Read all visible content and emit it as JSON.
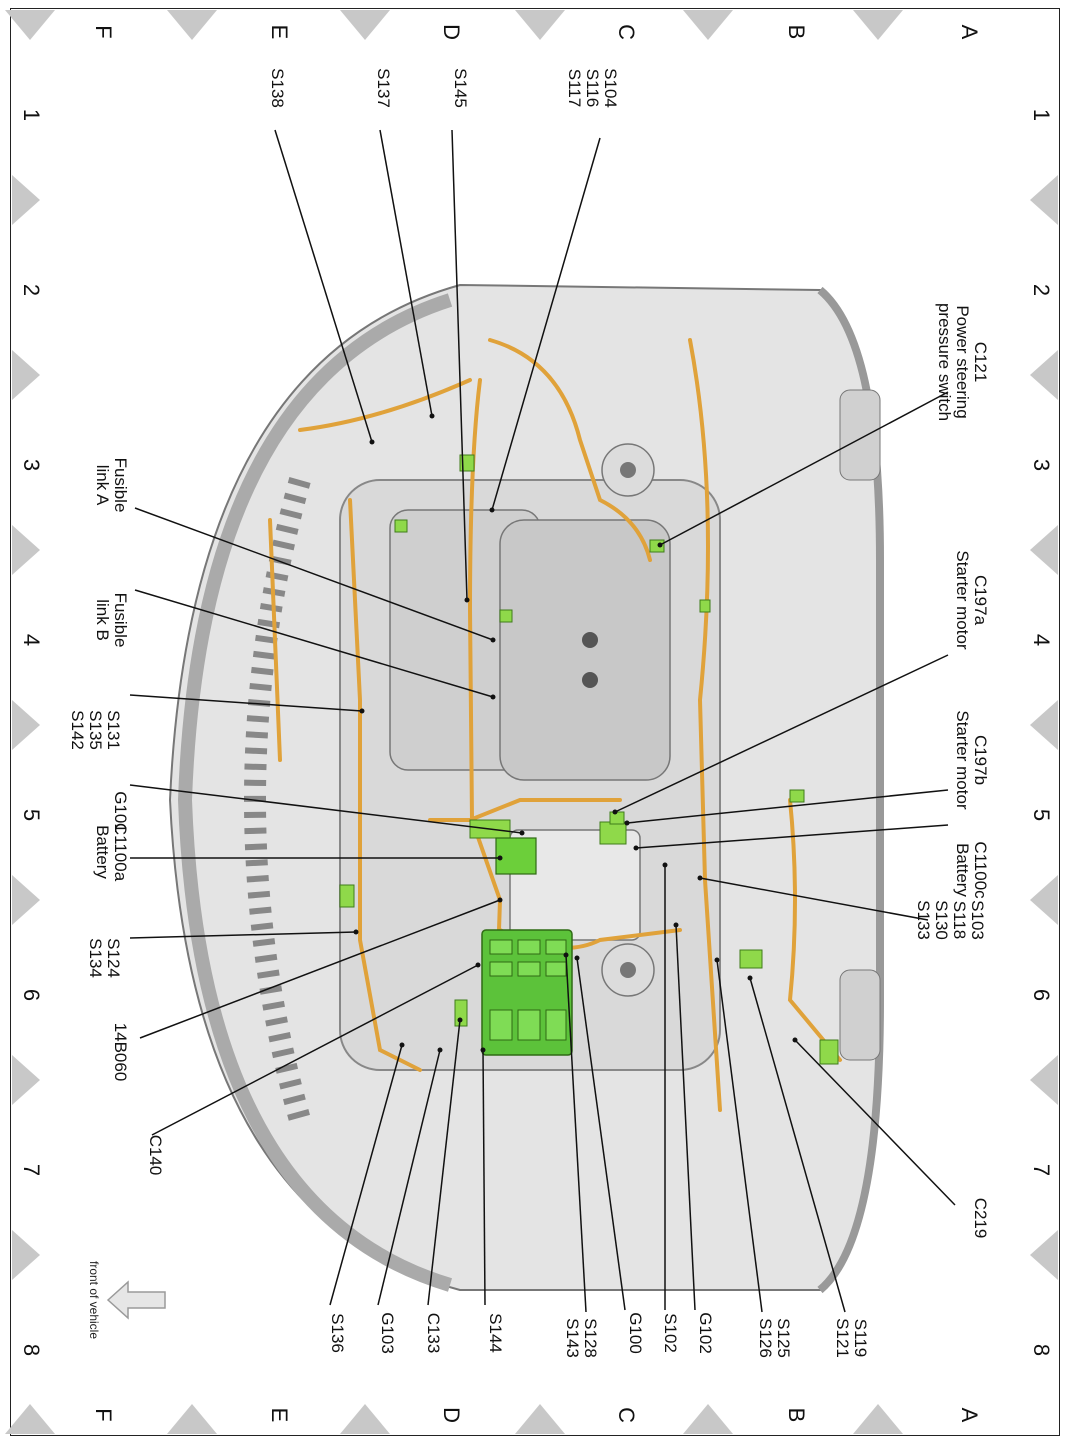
{
  "grid": {
    "rows": [
      "A",
      "B",
      "C",
      "D",
      "E",
      "F"
    ],
    "cols": [
      "1",
      "2",
      "3",
      "4",
      "5",
      "6",
      "7",
      "8"
    ]
  },
  "labels": [
    {
      "id": "s104",
      "lines": [
        "S104",
        "S116",
        "S117"
      ]
    },
    {
      "id": "s145",
      "lines": [
        "S145"
      ]
    },
    {
      "id": "s137",
      "lines": [
        "S137"
      ]
    },
    {
      "id": "s138",
      "lines": [
        "S138"
      ]
    },
    {
      "id": "c121",
      "lines": [
        "C121",
        "Power steering",
        "pressure switch"
      ]
    },
    {
      "id": "c197a",
      "lines": [
        "C197a",
        "Starter motor"
      ]
    },
    {
      "id": "c197b",
      "lines": [
        "C197b",
        "Starter motor"
      ]
    },
    {
      "id": "c1100c",
      "lines": [
        "C1100c",
        "Battery"
      ]
    },
    {
      "id": "fusible-a",
      "lines": [
        "Fusible",
        "link A"
      ]
    },
    {
      "id": "fusible-b",
      "lines": [
        "Fusible",
        "link B"
      ]
    },
    {
      "id": "s131",
      "lines": [
        "S131",
        "S135",
        "S142"
      ]
    },
    {
      "id": "g101",
      "lines": [
        "G101"
      ]
    },
    {
      "id": "c1100a",
      "lines": [
        "C1100a",
        "Battery"
      ]
    },
    {
      "id": "s124",
      "lines": [
        "S124",
        "S134"
      ]
    },
    {
      "id": "14b060",
      "lines": [
        "14B060"
      ]
    },
    {
      "id": "c140",
      "lines": [
        "C140"
      ]
    },
    {
      "id": "s103",
      "lines": [
        "S103",
        "S118",
        "S130",
        "S133"
      ]
    },
    {
      "id": "c219",
      "lines": [
        "C219"
      ]
    },
    {
      "id": "s119",
      "lines": [
        "S119",
        "S121"
      ]
    },
    {
      "id": "s125",
      "lines": [
        "S125",
        "S126"
      ]
    },
    {
      "id": "g102",
      "lines": [
        "G102"
      ]
    },
    {
      "id": "s102",
      "lines": [
        "S102"
      ]
    },
    {
      "id": "g100",
      "lines": [
        "G100"
      ]
    },
    {
      "id": "s128",
      "lines": [
        "S128",
        "S143"
      ]
    },
    {
      "id": "s144",
      "lines": [
        "S144"
      ]
    },
    {
      "id": "c133",
      "lines": [
        "C133"
      ]
    },
    {
      "id": "g103",
      "lines": [
        "G103"
      ]
    },
    {
      "id": "s136",
      "lines": [
        "S136"
      ]
    }
  ],
  "front_note": "front of vehicle",
  "colors": {
    "harness": "#e0a23a",
    "connector": "#8fd94a",
    "fuse_box": "#5cc23a",
    "body": "#d6d6d6",
    "marker": "#bdbdbd"
  }
}
